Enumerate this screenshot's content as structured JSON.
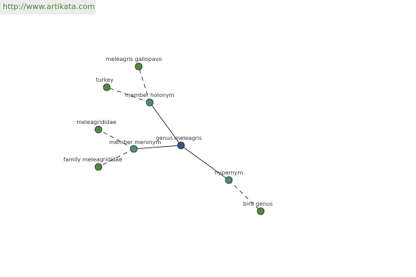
{
  "banner": {
    "url": "http://www.artikata.com"
  },
  "graph": {
    "nodes": [
      {
        "id": "genus-meleagris",
        "label": "genus meleagris",
        "kind": "center"
      },
      {
        "id": "member-holonym",
        "label": "member holonym",
        "kind": "relation"
      },
      {
        "id": "member-meronym",
        "label": "member meronym",
        "kind": "relation"
      },
      {
        "id": "hypernym",
        "label": "hypernym",
        "kind": "relation"
      },
      {
        "id": "meleagris-gallopavo",
        "label": "meleagris gallopavo",
        "kind": "leaf"
      },
      {
        "id": "turkey",
        "label": "turkey",
        "kind": "leaf"
      },
      {
        "id": "meleagrididae",
        "label": "meleagrididae",
        "kind": "leaf"
      },
      {
        "id": "family-meleagrididae",
        "label": "family meleagrididae",
        "kind": "leaf"
      },
      {
        "id": "bird-genus",
        "label": "bird genus",
        "kind": "leaf"
      }
    ],
    "edges": [
      {
        "from": "genus-meleagris",
        "to": "member-holonym",
        "style": "solid"
      },
      {
        "from": "genus-meleagris",
        "to": "member-meronym",
        "style": "solid"
      },
      {
        "from": "genus-meleagris",
        "to": "hypernym",
        "style": "solid"
      },
      {
        "from": "member-holonym",
        "to": "meleagris-gallopavo",
        "style": "dashed"
      },
      {
        "from": "member-holonym",
        "to": "turkey",
        "style": "dashed"
      },
      {
        "from": "member-meronym",
        "to": "meleagrididae",
        "style": "dashed"
      },
      {
        "from": "member-meronym",
        "to": "family-meleagrididae",
        "style": "dashed"
      },
      {
        "from": "hypernym",
        "to": "bird-genus",
        "style": "dashed"
      }
    ]
  },
  "colors": {
    "center": "#3c4f8f",
    "relation": "#4d8a8a",
    "leaf": "#4f8a43",
    "node_stroke": "#1f2f1f",
    "edge": "#000000",
    "banner_text": "#4d8a2f"
  }
}
